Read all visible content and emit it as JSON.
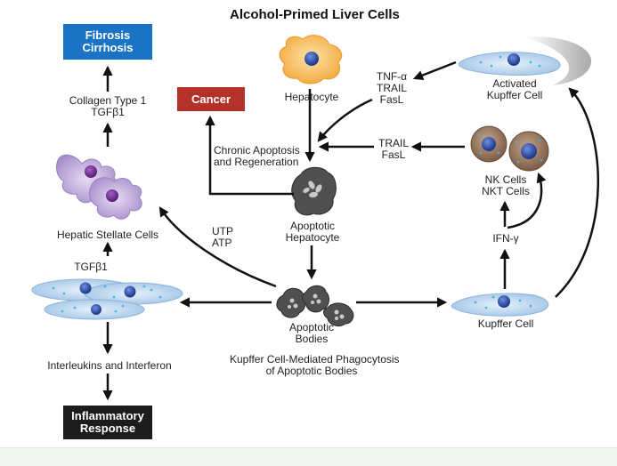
{
  "title": "Alcohol-Primed Liver Cells",
  "boxes": {
    "fibrosis": {
      "line1": "Fibrosis",
      "line2": "Cirrhosis"
    },
    "cancer": "Cancer",
    "inflammatory": {
      "line1": "Inflammatory",
      "line2": "Response"
    }
  },
  "labels": {
    "collagen": {
      "line1": "Collagen Type 1",
      "line2": "TGFβ1"
    },
    "hepatic_stellate": "Hepatic Stellate Cells",
    "tgfb1": "TGFβ1",
    "interleukins": "Interleukins and Interferon",
    "hepatocyte": "Hepatocyte",
    "chronic": {
      "line1": "Chronic Apoptosis",
      "line2": "and Regeneration"
    },
    "apoptotic_hepatocyte": {
      "line1": "Apoptotic",
      "line2": "Hepatocyte"
    },
    "utp_atp": {
      "line1": "UTP",
      "line2": "ATP"
    },
    "apoptotic_bodies": {
      "line1": "Apoptotic",
      "line2": "Bodies"
    },
    "phagocytosis": {
      "line1": "Kupffer Cell-Mediated Phagocytosis",
      "line2": "of Apoptotic Bodies"
    },
    "tnf": {
      "line1": "TNF-α",
      "line2": "TRAIL",
      "line3": "FasL"
    },
    "activated_kupffer": {
      "line1": "Activated",
      "line2": "Kupffer Cell"
    },
    "trail_fasl": {
      "line1": "TRAIL",
      "line2": "FasL"
    },
    "nk_cells": {
      "line1": "NK Cells",
      "line2": "NKT Cells"
    },
    "ifn": "IFN-γ",
    "kupffer": "Kupffer Cell"
  },
  "colors": {
    "fibrosis_box": "#1a73c4",
    "cancer_box": "#b5322b",
    "inflammatory_box": "#1c1c1c",
    "hepatocyte": "#f6b24a",
    "stellate": "#b9a3d6",
    "kupffer": "#b9d5ee",
    "nk_cell": "#9a7a63",
    "apoptotic": "#4a4a4a"
  }
}
